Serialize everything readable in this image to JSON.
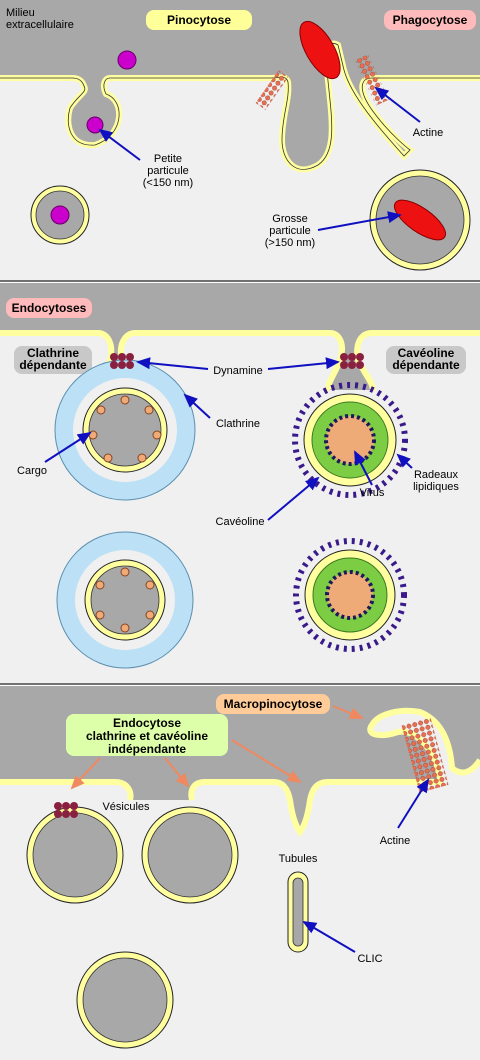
{
  "colors": {
    "membrane": "#ffffa0",
    "cytoplasm_bg": "#f0f0f0",
    "extracellular": "#a8a8a8",
    "arrow_blue": "#1010c0",
    "arrow_orange": "#f08860",
    "particle_magenta": "#cc00cc",
    "particle_red": "#ee1111",
    "actin": "#e87050",
    "dynamin": "#8a2040",
    "clathrin": "#bce0f5",
    "caveolin_purple": "#3a1a8a",
    "caveolin_green": "#7ccc44",
    "virus": "#eeaa77"
  },
  "section1": {
    "milieu_label": "Milieu\nextracellulaire",
    "pinocytose_tag": "Pinocytose",
    "phagocytose_tag": "Phagocytose",
    "petite_particule_label": "Petite\nparticule\n(<150 nm)",
    "grosse_particule_label": "Grosse\nparticule\n(>150 nm)",
    "actine_label": "Actine"
  },
  "section2": {
    "endocytoses_tag": "Endocytoses",
    "clathrine_dependante_tag": "Clathrine\ndépendante",
    "caveoline_dependante_tag": "Cavéoline\ndépendante",
    "dynamine_label": "Dynamine",
    "clathrine_label": "Clathrine",
    "cargo_label": "Cargo",
    "radeaux_label": "Radeaux\nlipidiques",
    "virus_label": "Virus",
    "caveoline_label": "Cavéoline"
  },
  "section3": {
    "macropinocytose_tag": "Macropinocytose",
    "endocytose_independante_tag": "Endocytose\nclathrine et cavéoline\nindépendante",
    "vesicules_label": "Vésicules",
    "tubules_label": "Tubules",
    "actine_label": "Actine",
    "clic_label": "CLIC"
  }
}
